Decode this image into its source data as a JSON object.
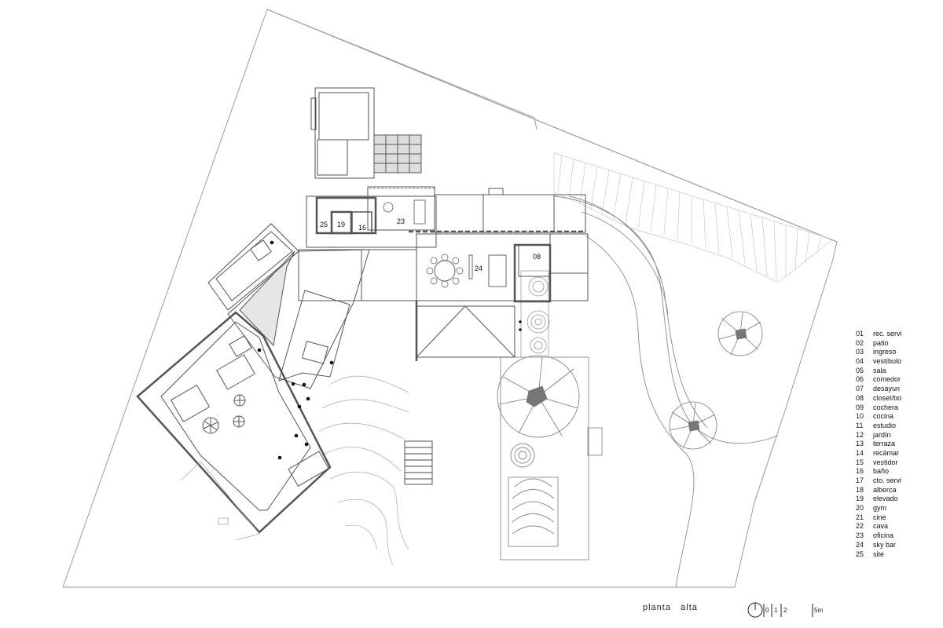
{
  "caption": {
    "title": "planta",
    "subtitle": "alta"
  },
  "scale_bar": {
    "ticks": [
      "0",
      "1",
      "2",
      "5m"
    ]
  },
  "room_labels": [
    "25",
    "19",
    "16",
    "23",
    "24",
    "08"
  ],
  "legend": [
    {
      "num": "01",
      "name": "rec. servi"
    },
    {
      "num": "02",
      "name": "patio"
    },
    {
      "num": "03",
      "name": "ingreso"
    },
    {
      "num": "04",
      "name": "vestíbulo"
    },
    {
      "num": "05",
      "name": "sala"
    },
    {
      "num": "06",
      "name": "comedor"
    },
    {
      "num": "07",
      "name": "desayun"
    },
    {
      "num": "08",
      "name": "closet/bo"
    },
    {
      "num": "09",
      "name": "cochera"
    },
    {
      "num": "10",
      "name": "cocina"
    },
    {
      "num": "11",
      "name": "estudio"
    },
    {
      "num": "12",
      "name": "jardín"
    },
    {
      "num": "13",
      "name": "terraza"
    },
    {
      "num": "14",
      "name": "recámar"
    },
    {
      "num": "15",
      "name": "vestidor"
    },
    {
      "num": "16",
      "name": "baño"
    },
    {
      "num": "17",
      "name": "cto. servi"
    },
    {
      "num": "18",
      "name": "alberca"
    },
    {
      "num": "19",
      "name": "elevado"
    },
    {
      "num": "20",
      "name": "gym"
    },
    {
      "num": "21",
      "name": "cine"
    },
    {
      "num": "22",
      "name": "cava"
    },
    {
      "num": "23",
      "name": "oficina"
    },
    {
      "num": "24",
      "name": "sky bar"
    },
    {
      "num": "25",
      "name": "site"
    }
  ]
}
